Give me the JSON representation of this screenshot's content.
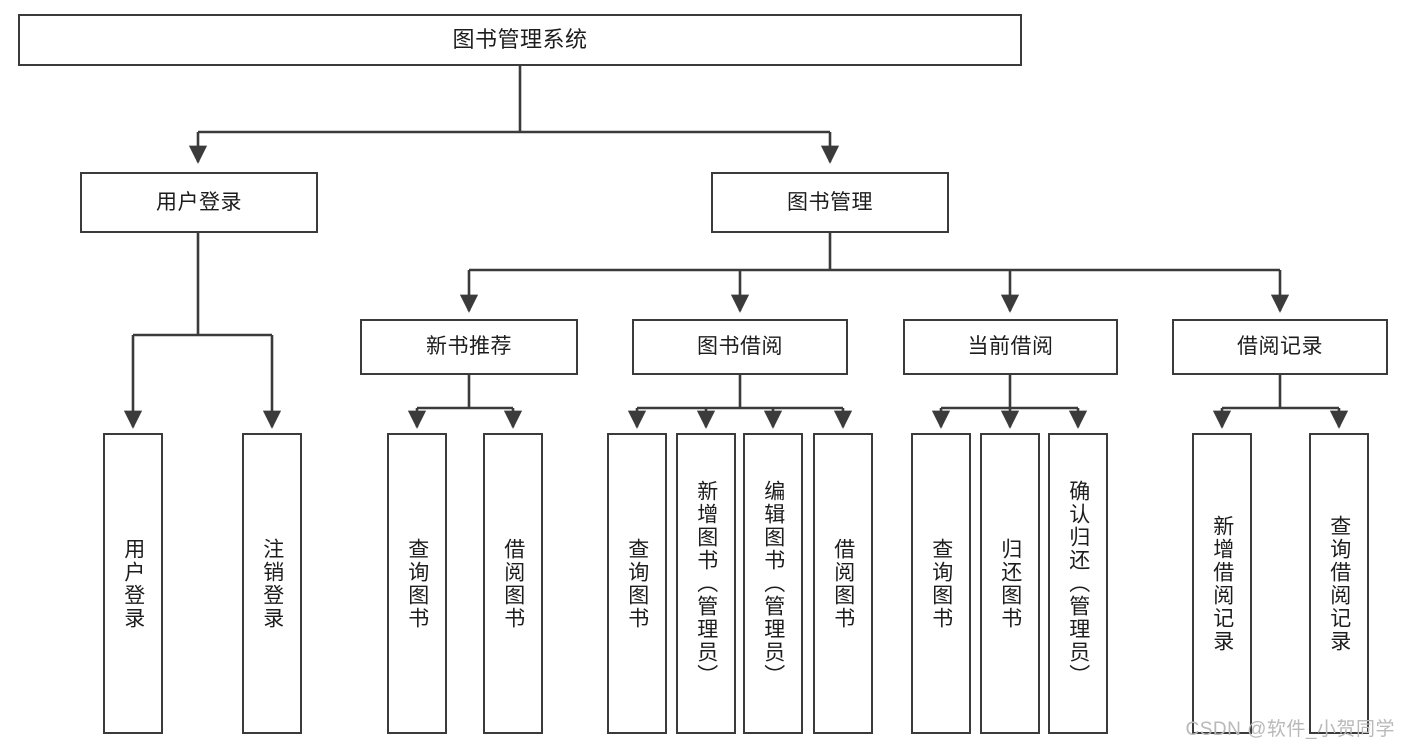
{
  "diagram": {
    "title": "图书管理系统",
    "type": "tree",
    "watermark": "CSDN @软件_小贺同学",
    "colors": {
      "box_border": "#3b3b3b",
      "box_fill": "#ffffff",
      "connector": "#3b3b3b",
      "text": "#1d1d1d",
      "watermark": "#b9b9b9"
    },
    "levels": {
      "root": {
        "label": "图书管理系统"
      },
      "level2": [
        {
          "id": "user-login",
          "label": "用户登录"
        },
        {
          "id": "book-management",
          "label": "图书管理"
        }
      ],
      "level3": [
        {
          "id": "new-book-recommend",
          "label": "新书推荐",
          "parent": "book-management"
        },
        {
          "id": "book-borrow",
          "label": "图书借阅",
          "parent": "book-management"
        },
        {
          "id": "current-borrow",
          "label": "当前借阅",
          "parent": "book-management"
        },
        {
          "id": "borrow-record",
          "label": "借阅记录",
          "parent": "book-management"
        }
      ],
      "leaves": [
        {
          "id": "leaf-user-login",
          "label": "用户登录",
          "parent": "user-login"
        },
        {
          "id": "leaf-logout",
          "label": "注销登录",
          "parent": "user-login"
        },
        {
          "id": "leaf-query-book-1",
          "label": "查询图书",
          "parent": "new-book-recommend"
        },
        {
          "id": "leaf-borrow-book-1",
          "label": "借阅图书",
          "parent": "new-book-recommend"
        },
        {
          "id": "leaf-query-book-2",
          "label": "查询图书",
          "parent": "book-borrow"
        },
        {
          "id": "leaf-add-book",
          "label": "新增图书（管理员）",
          "parent": "book-borrow"
        },
        {
          "id": "leaf-edit-book",
          "label": "编辑图书（管理员）",
          "parent": "book-borrow"
        },
        {
          "id": "leaf-borrow-book-2",
          "label": "借阅图书",
          "parent": "book-borrow"
        },
        {
          "id": "leaf-query-book-3",
          "label": "查询图书",
          "parent": "current-borrow"
        },
        {
          "id": "leaf-return-book",
          "label": "归还图书",
          "parent": "current-borrow"
        },
        {
          "id": "leaf-confirm-return",
          "label": "确认归还（管理员）",
          "parent": "current-borrow"
        },
        {
          "id": "leaf-add-record",
          "label": "新增借阅记录",
          "parent": "borrow-record"
        },
        {
          "id": "leaf-query-record",
          "label": "查询借阅记录",
          "parent": "borrow-record"
        }
      ]
    }
  }
}
